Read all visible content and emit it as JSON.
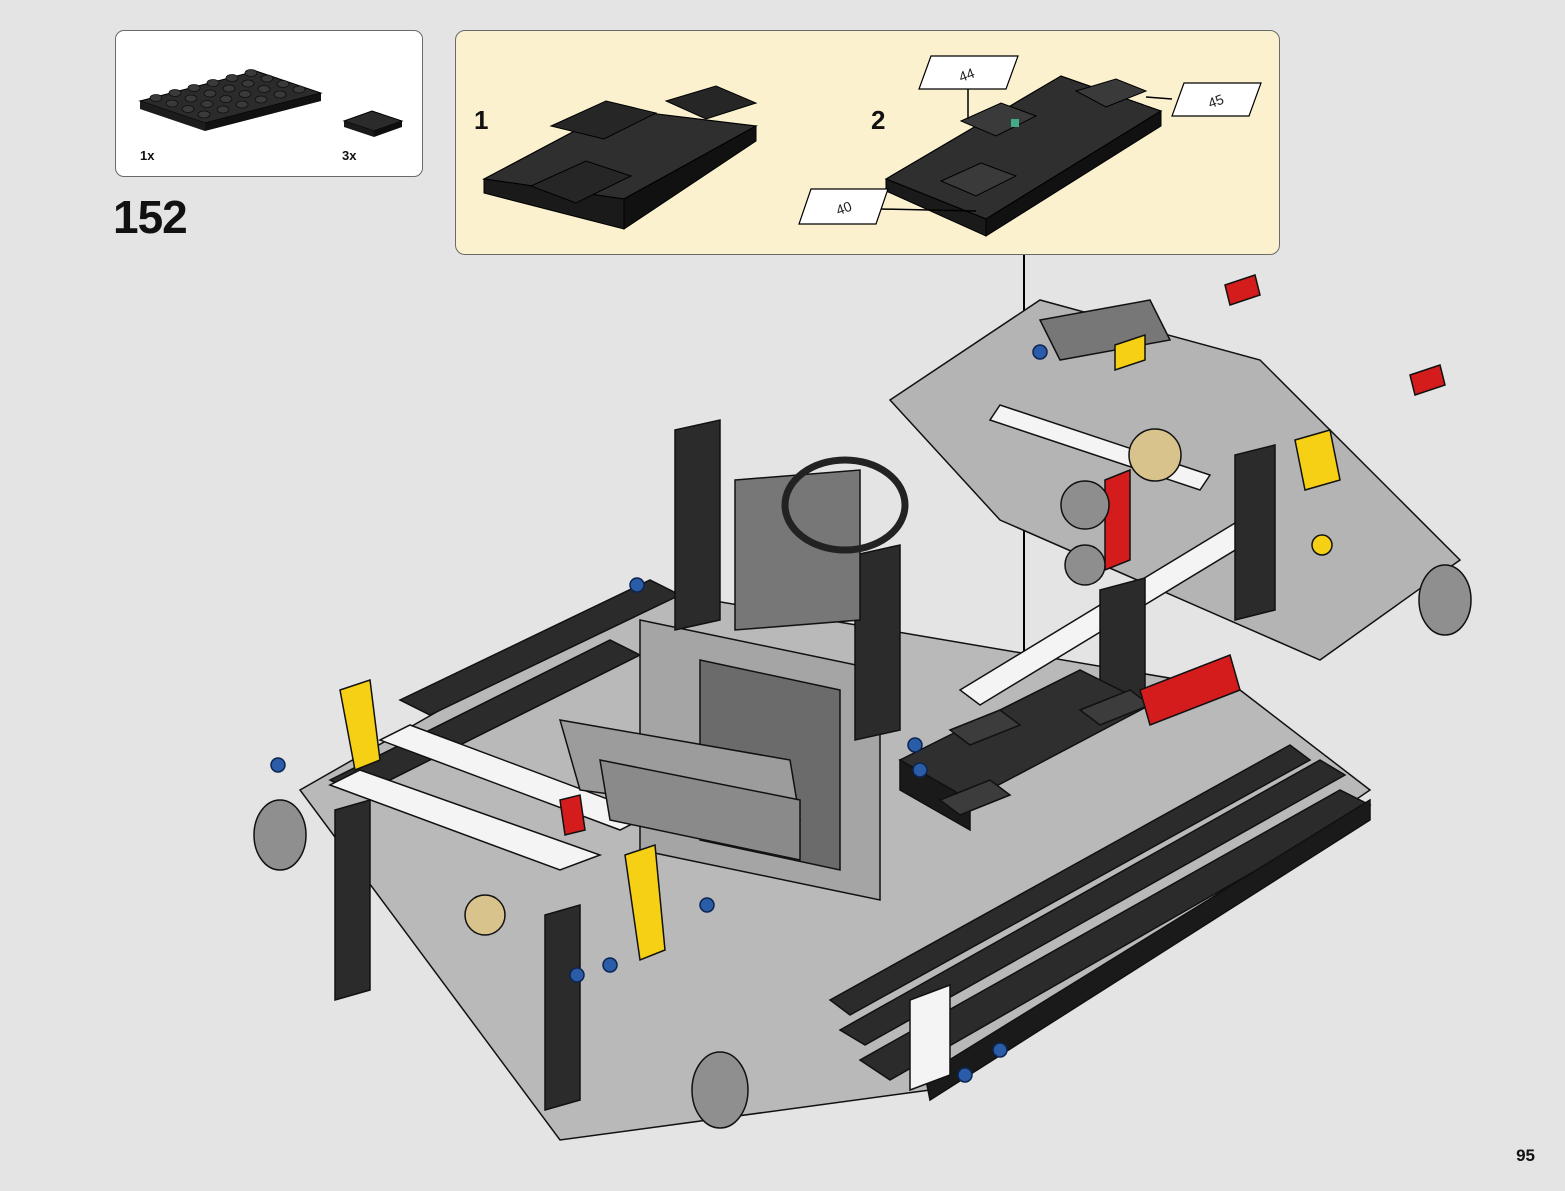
{
  "step": {
    "number": "152"
  },
  "parts": [
    {
      "name": "black-plate-4x6",
      "quantity": "1x"
    },
    {
      "name": "black-tile-2x2",
      "quantity": "3x"
    }
  ],
  "callout": {
    "substeps": [
      {
        "number": "1"
      },
      {
        "number": "2"
      }
    ],
    "stickers": [
      {
        "label": "44"
      },
      {
        "label": "45"
      },
      {
        "label": "40"
      }
    ]
  },
  "page": {
    "number": "95"
  },
  "colors": {
    "background": "#e4e4e4",
    "callout_background": "#fbf1cf",
    "technic_black": "#2b2b2b",
    "technic_gray": "#a5a5a5",
    "technic_white": "#f4f4f4",
    "technic_yellow": "#f5d015",
    "technic_red": "#d41c1c",
    "technic_blue": "#2a5ca8"
  }
}
